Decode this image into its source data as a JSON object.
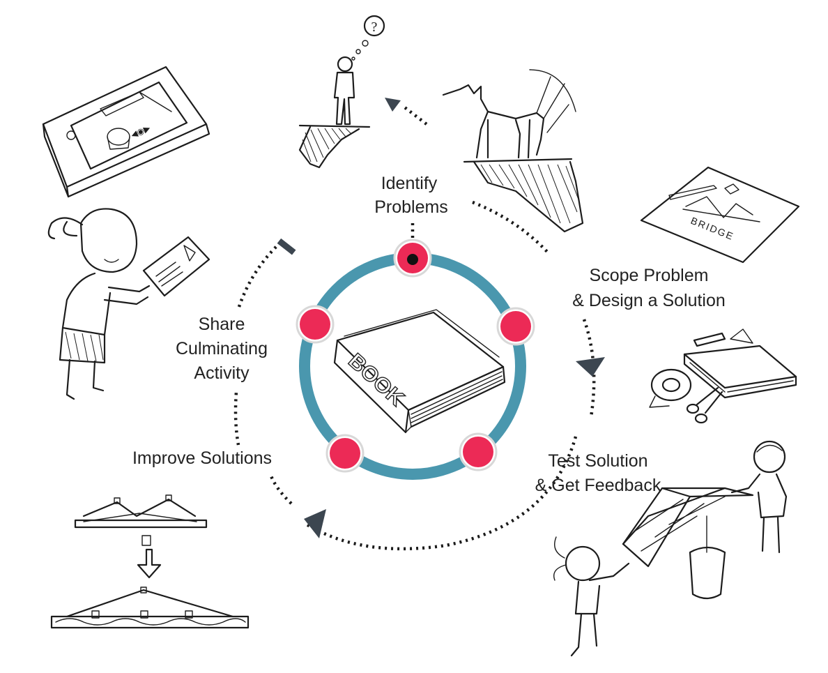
{
  "stages": {
    "identify": {
      "line1": "Identify",
      "line2": "Problems"
    },
    "scope": {
      "line1": "Scope Problem",
      "line2": "& Design a Solution"
    },
    "test": {
      "line1": "Test Solution",
      "line2": "& Get Feedback"
    },
    "improve": {
      "line1": "Improve Solutions"
    },
    "share": {
      "line1": "Share",
      "line2": "Culminating",
      "line3": "Activity"
    }
  },
  "center": {
    "book_label": "BOOK",
    "ring_color": "#4a97ae",
    "node_color": "#ec2a56",
    "active_node_marker_color": "#111111"
  },
  "sketches": {
    "thinker_bubble": "?",
    "plan_paper_text": "BRIDGE"
  },
  "colors": {
    "arrowhead": "#3c4650",
    "sketch_stroke": "#1c1c1c",
    "text": "#222222"
  }
}
